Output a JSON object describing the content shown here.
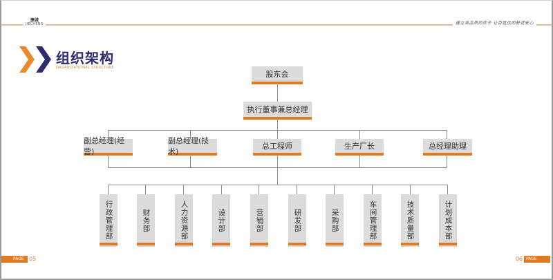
{
  "header": {
    "brand_cn": "捷城",
    "brand_en": "JIECHENG",
    "slogan": "建立高品质的房子 让百姓住的舒适安心",
    "line_color": "#d8bf98"
  },
  "title": {
    "cn": "组织架构",
    "en": "ORGANIZATIONAL STRUCTURE",
    "color": "#2d2b6b",
    "accent": "#e07b23"
  },
  "chart": {
    "level1": {
      "label": "股东会"
    },
    "level2": {
      "label": "执行董事兼总经理"
    },
    "level3": [
      {
        "label": "副总经理(经营)"
      },
      {
        "label": "副总经理(技术)"
      },
      {
        "label": "总工程师"
      },
      {
        "label": "生产厂长"
      },
      {
        "label": "总经理助理"
      }
    ],
    "departments": [
      {
        "label": "行政管理部"
      },
      {
        "label": "财务部"
      },
      {
        "label": "人力资源部"
      },
      {
        "label": "设计部"
      },
      {
        "label": "营销部"
      },
      {
        "label": "研发部"
      },
      {
        "label": "采购部"
      },
      {
        "label": "车间管理部"
      },
      {
        "label": "技术质量部"
      },
      {
        "label": "计划成本部"
      }
    ]
  },
  "footer": {
    "left_label": "PAGE",
    "left_num": "05",
    "right_label": "PAGE",
    "right_num": "06"
  }
}
